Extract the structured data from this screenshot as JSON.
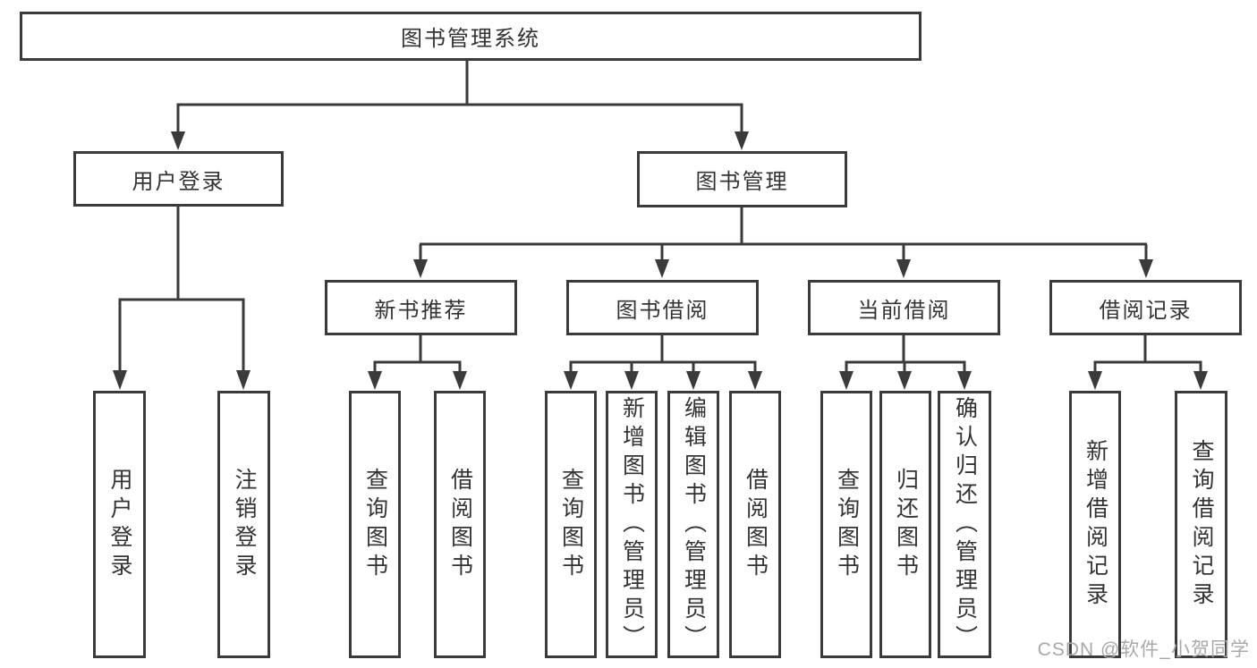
{
  "diagram": {
    "type": "hierarchy-tree",
    "watermark": "CSDN @软件_小贺同学",
    "colors": {
      "background": "#ffffff",
      "line": "#3a3a3a",
      "box_border": "#3a3a3a",
      "text": "#333333",
      "watermark": "#a8a8a8"
    }
  },
  "nodes": {
    "root": {
      "label": "图书管理系统"
    },
    "user_login": {
      "label": "用户登录"
    },
    "book_mgmt": {
      "label": "图书管理"
    },
    "new_book": {
      "label": "新书推荐"
    },
    "book_borrow": {
      "label": "图书借阅"
    },
    "current_borrow": {
      "label": "当前借阅"
    },
    "borrow_record": {
      "label": "借阅记录"
    },
    "leaf_user_login": {
      "label": "用户登录"
    },
    "leaf_logout": {
      "label": "注销登录"
    },
    "leaf_query_book_1": {
      "label": "查询图书"
    },
    "leaf_borrow_book_1": {
      "label": "借阅图书"
    },
    "leaf_query_book_2": {
      "label": "查询图书"
    },
    "leaf_add_book": {
      "label": "新增图书（管理员）"
    },
    "leaf_edit_book": {
      "label": "编辑图书（管理员）"
    },
    "leaf_borrow_book_2": {
      "label": "借阅图书"
    },
    "leaf_query_book_3": {
      "label": "查询图书"
    },
    "leaf_return_book": {
      "label": "归还图书"
    },
    "leaf_confirm_return": {
      "label": "确认归还（管理员）"
    },
    "leaf_add_record": {
      "label": "新增借阅记录"
    },
    "leaf_query_record": {
      "label": "查询借阅记录"
    }
  },
  "hierarchy": {
    "图书管理系统": {
      "用户登录": [
        "用户登录",
        "注销登录"
      ],
      "图书管理": {
        "新书推荐": [
          "查询图书",
          "借阅图书"
        ],
        "图书借阅": [
          "查询图书",
          "新增图书（管理员）",
          "编辑图书（管理员）",
          "借阅图书"
        ],
        "当前借阅": [
          "查询图书",
          "归还图书",
          "确认归还（管理员）"
        ],
        "借阅记录": [
          "新增借阅记录",
          "查询借阅记录"
        ]
      }
    }
  }
}
